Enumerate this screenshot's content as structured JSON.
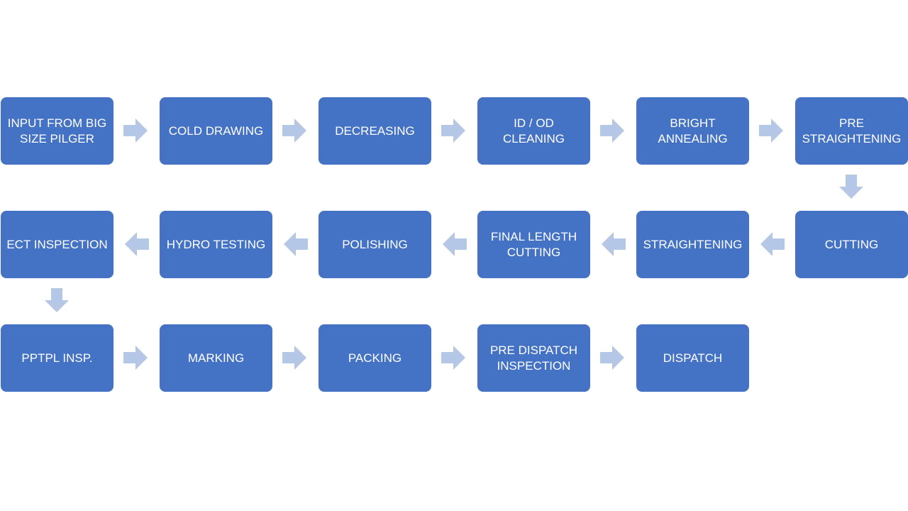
{
  "colors": {
    "box_fill": "#4472c4",
    "box_text": "#ffffff",
    "arrow_fill": "#b4c7e7",
    "background": "#ffffff"
  },
  "steps": [
    {
      "label": "INPUT FROM BIG\nSIZE PILGER"
    },
    {
      "label": "COLD DRAWING"
    },
    {
      "label": "DECREASING"
    },
    {
      "label": "ID / OD\nCLEANING"
    },
    {
      "label": "BRIGHT\nANNEALING"
    },
    {
      "label": "PRE\nSTRAIGHTENING"
    },
    {
      "label": "CUTTING"
    },
    {
      "label": "STRAIGHTENING"
    },
    {
      "label": "FINAL LENGTH\nCUTTING"
    },
    {
      "label": "POLISHING"
    },
    {
      "label": "HYDRO TESTING"
    },
    {
      "label": "ECT INSPECTION"
    },
    {
      "label": "PPTPL INSP."
    },
    {
      "label": "MARKING"
    },
    {
      "label": "PACKING"
    },
    {
      "label": "PRE DISPATCH\nINSPECTION"
    },
    {
      "label": "DISPATCH"
    }
  ],
  "arrows": [
    {
      "from": 0,
      "to": 1,
      "direction": "right"
    },
    {
      "from": 1,
      "to": 2,
      "direction": "right"
    },
    {
      "from": 2,
      "to": 3,
      "direction": "right"
    },
    {
      "from": 3,
      "to": 4,
      "direction": "right"
    },
    {
      "from": 4,
      "to": 5,
      "direction": "right"
    },
    {
      "from": 5,
      "to": 6,
      "direction": "down"
    },
    {
      "from": 6,
      "to": 7,
      "direction": "left"
    },
    {
      "from": 7,
      "to": 8,
      "direction": "left"
    },
    {
      "from": 8,
      "to": 9,
      "direction": "left"
    },
    {
      "from": 9,
      "to": 10,
      "direction": "left"
    },
    {
      "from": 10,
      "to": 11,
      "direction": "left"
    },
    {
      "from": 11,
      "to": 12,
      "direction": "down"
    },
    {
      "from": 12,
      "to": 13,
      "direction": "right"
    },
    {
      "from": 13,
      "to": 14,
      "direction": "right"
    },
    {
      "from": 14,
      "to": 15,
      "direction": "right"
    },
    {
      "from": 15,
      "to": 16,
      "direction": "right"
    }
  ]
}
